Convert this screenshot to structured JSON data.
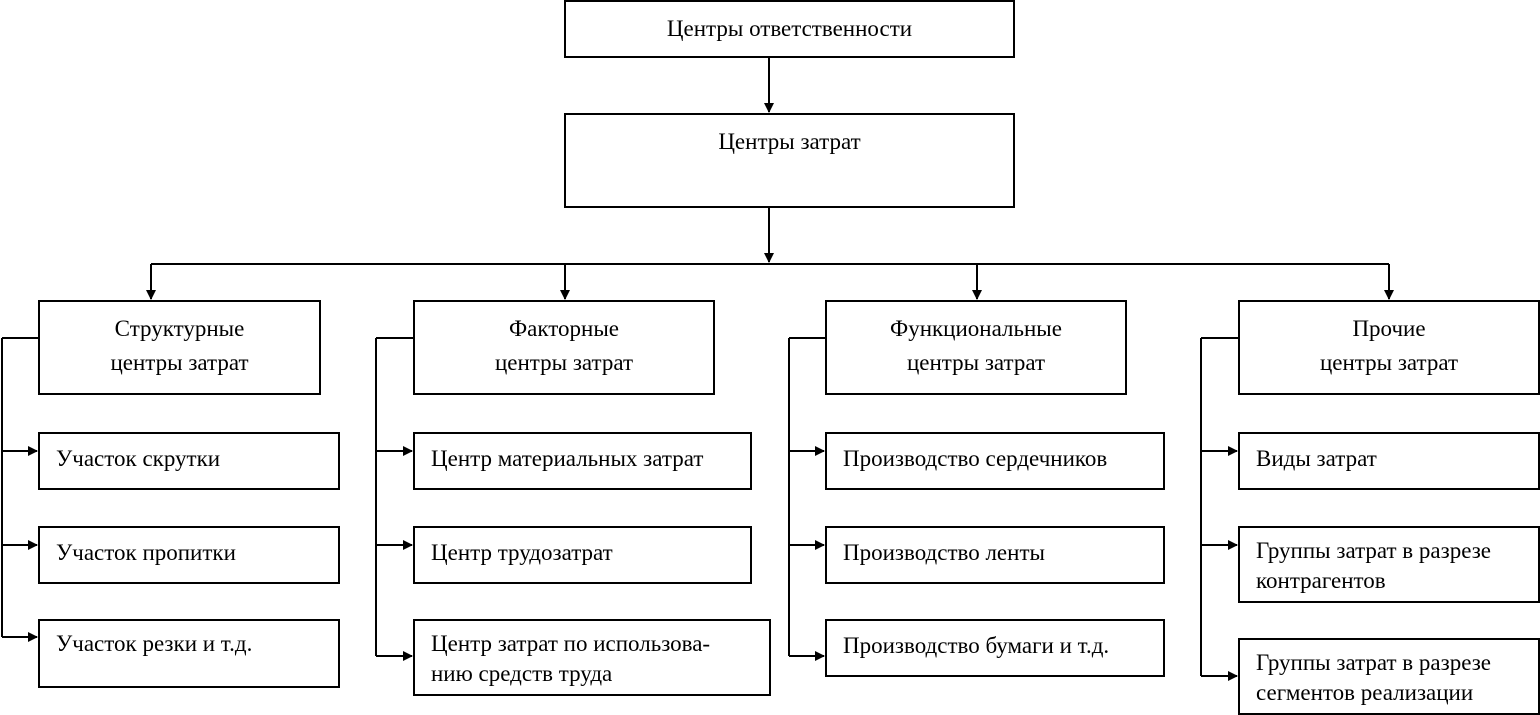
{
  "root": "Центры ответственности",
  "main": "Центры затрат",
  "groups": [
    {
      "title": [
        "Структурные",
        "центры затрат"
      ],
      "items": [
        [
          "Участок скрутки"
        ],
        [
          "Участок пропитки"
        ],
        [
          "Участок резки и т.д."
        ]
      ]
    },
    {
      "title": [
        "Факторные",
        "центры затрат"
      ],
      "items": [
        [
          "Центр материальных затрат"
        ],
        [
          "Центр трудозатрат"
        ],
        [
          "Центр затрат по использова-",
          "нию средств труда"
        ]
      ]
    },
    {
      "title": [
        "Функциональные",
        "центры затрат"
      ],
      "items": [
        [
          "Производство сердечников"
        ],
        [
          "Производство ленты"
        ],
        [
          "Производство бумаги и т.д."
        ]
      ]
    },
    {
      "title": [
        "Прочие",
        "центры затрат"
      ],
      "items": [
        [
          "Виды затрат"
        ],
        [
          "Группы затрат в разрезе",
          "контрагентов"
        ],
        [
          "Группы затрат в разрезе",
          "сегментов реализации"
        ]
      ]
    }
  ]
}
